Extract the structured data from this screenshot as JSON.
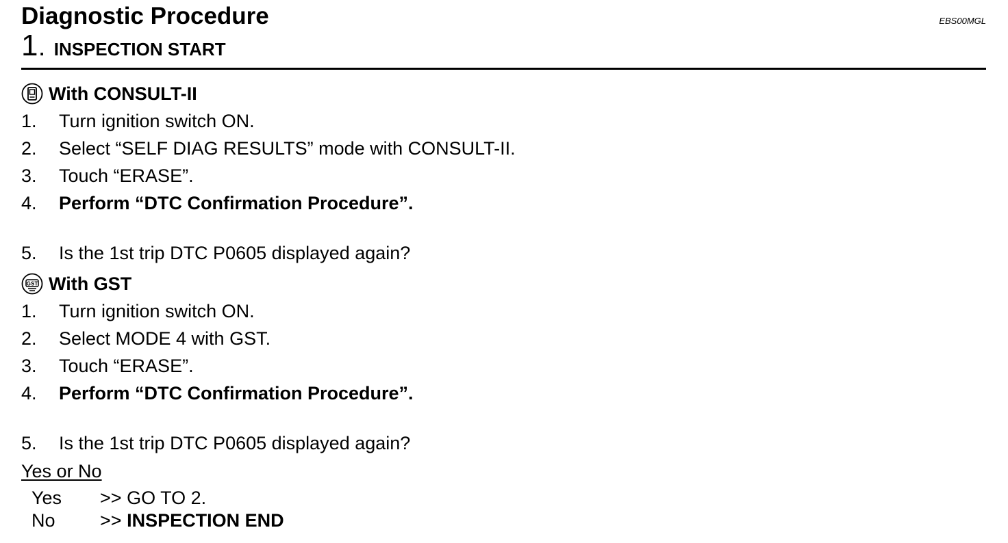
{
  "header": {
    "title": "Diagnostic Procedure",
    "doc_code": "EBS00MGL"
  },
  "step": {
    "number": "1",
    "dot": ".",
    "label": "INSPECTION START"
  },
  "consult_section": {
    "icon": "consult-ii-icon",
    "title": "With CONSULT-II",
    "items": [
      {
        "num": "1.",
        "text": "Turn ignition switch ON."
      },
      {
        "num": "2.",
        "text": "Select “SELF DIAG RESULTS” mode with CONSULT-II."
      },
      {
        "num": "3.",
        "text": "Touch “ERASE”."
      },
      {
        "num": "4.",
        "text": "Perform “DTC Confirmation Procedure”."
      },
      {
        "num": "5.",
        "text": "Is the 1st trip DTC P0605 displayed again?"
      }
    ]
  },
  "gst_section": {
    "icon": "gst-icon",
    "title": "With GST",
    "items": [
      {
        "num": "1.",
        "text": "Turn ignition switch ON."
      },
      {
        "num": "2.",
        "text": "Select MODE 4 with GST."
      },
      {
        "num": "3.",
        "text": "Touch “ERASE”."
      },
      {
        "num": "4.",
        "text": "Perform “DTC Confirmation Procedure”."
      },
      {
        "num": "5.",
        "text": "Is the 1st trip DTC P0605 displayed again?"
      }
    ]
  },
  "decision": {
    "heading": "Yes or No",
    "answers": [
      {
        "key": "Yes",
        "arrow": ">>",
        "action": "GO TO 2."
      },
      {
        "key": "No",
        "arrow": ">>",
        "action": "INSPECTION END"
      }
    ]
  }
}
